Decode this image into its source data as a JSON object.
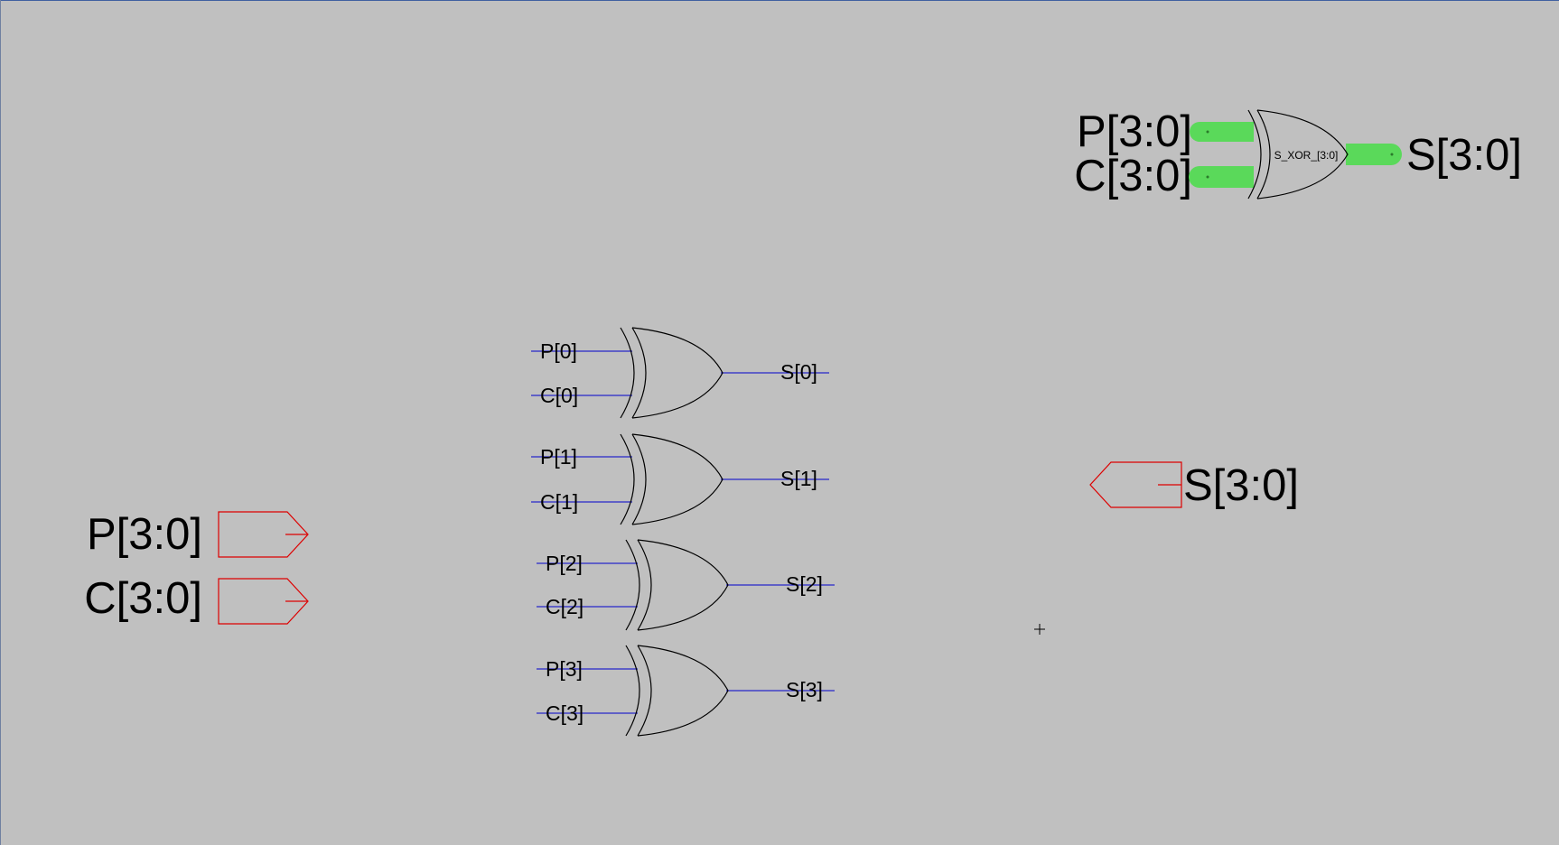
{
  "schematic": {
    "colors": {
      "background": "#c0c0c0",
      "wire": "#0000cc",
      "port": "#dd0000",
      "bus": "#5ad95a",
      "gate_outline": "#000000",
      "frame": "#4060a0"
    },
    "symbol": {
      "inputs": [
        "P[3:0]",
        "C[3:0]"
      ],
      "instance_name": "S_XOR_[3:0]",
      "output": "S[3:0]"
    },
    "input_ports": [
      {
        "label": "P[3:0]",
        "icon": "input-port-arrow"
      },
      {
        "label": "C[3:0]",
        "icon": "input-port-arrow"
      }
    ],
    "output_port": {
      "label": "S[3:0]",
      "icon": "output-port-arrow"
    },
    "gates": [
      {
        "in_a": "P[0]",
        "in_b": "C[0]",
        "out": "S[0]",
        "icon": "xor-gate"
      },
      {
        "in_a": "P[1]",
        "in_b": "C[1]",
        "out": "S[1]",
        "icon": "xor-gate"
      },
      {
        "in_a": "P[2]",
        "in_b": "C[2]",
        "out": "S[2]",
        "icon": "xor-gate"
      },
      {
        "in_a": "P[3]",
        "in_b": "C[3]",
        "out": "S[3]",
        "icon": "xor-gate"
      }
    ],
    "cursor": {
      "icon": "crosshair-cursor"
    }
  }
}
